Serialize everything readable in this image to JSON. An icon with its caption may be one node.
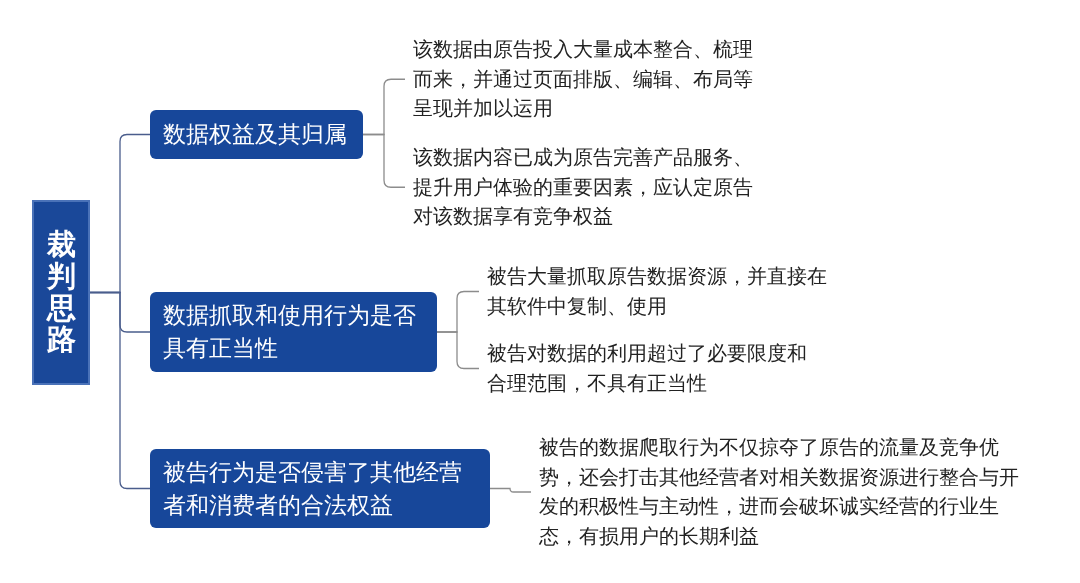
{
  "diagram": {
    "nodes": [
      {
        "text": [
          "裁判思路"
        ]
      },
      {
        "text": [
          "数据权益及其归属"
        ]
      },
      {
        "text": [
          "该数据由原告投入大量成本整合、梳理而来，并通过页面排版、编辑、布局等呈现并加以运用"
        ]
      },
      {
        "text": [
          "该数据内容已成为原告完善产品服务、提升用户体验的重要因素，应认定原告对该数据享有竞争权益"
        ]
      },
      {
        "text": [
          "数据抓取和使用行为是否具有正当性"
        ]
      },
      {
        "text": [
          "被告大量抓取原告数据资源，并直接在其软件中复制、使用"
        ]
      },
      {
        "text": [
          "被告对数据的利用超过了必要限度和合理范围，不具有正当性"
        ]
      },
      {
        "text": [
          "被告行为是否侵害了其他经营者和消费者的合法权益"
        ]
      },
      {
        "text": [
          "被告的数据爬取行为不仅掠夺了原告的流量及竞争优势，还会打击其他经营者对相关数据资源进行整合与开发的积极性与主动性，进而会破坏诚实经营的行业生态，有损用户的长期利益"
        ]
      }
    ],
    "edges": [
      {
        "from": 0,
        "to": 1,
        "arrow": "none",
        "color": "#4a5d8c"
      },
      {
        "from": 0,
        "to": 4,
        "arrow": "none",
        "color": "#4a5d8c"
      },
      {
        "from": 0,
        "to": 7,
        "arrow": "none",
        "color": "#4a5d8c"
      },
      {
        "from": 1,
        "to": 2,
        "arrow": "none"
      },
      {
        "from": 1,
        "to": 3,
        "arrow": "none"
      },
      {
        "from": 4,
        "to": 5,
        "arrow": "none"
      },
      {
        "from": 4,
        "to": 6,
        "arrow": "none"
      },
      {
        "from": 7,
        "to": 8,
        "arrow": "none"
      }
    ]
  }
}
